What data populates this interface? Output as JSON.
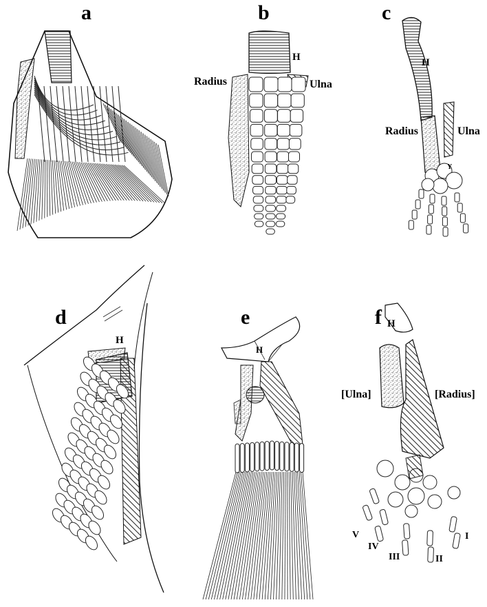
{
  "panels": [
    {
      "letter": "a"
    },
    {
      "letter": "b",
      "labels": {
        "h": "H",
        "radius": "Radius",
        "ulna": "Ulna"
      }
    },
    {
      "letter": "c",
      "labels": {
        "h": "H",
        "radius": "Radius",
        "ulna": "Ulna",
        "carpal": "Y"
      }
    },
    {
      "letter": "d",
      "labels": {
        "h": "H"
      }
    },
    {
      "letter": "e",
      "labels": {
        "h": "H"
      }
    },
    {
      "letter": "f",
      "labels": {
        "h": "H",
        "ulna": "[Ulna]",
        "radius": "[Radius]",
        "digits": [
          "V",
          "IV",
          "III",
          "II",
          "I"
        ]
      }
    }
  ]
}
